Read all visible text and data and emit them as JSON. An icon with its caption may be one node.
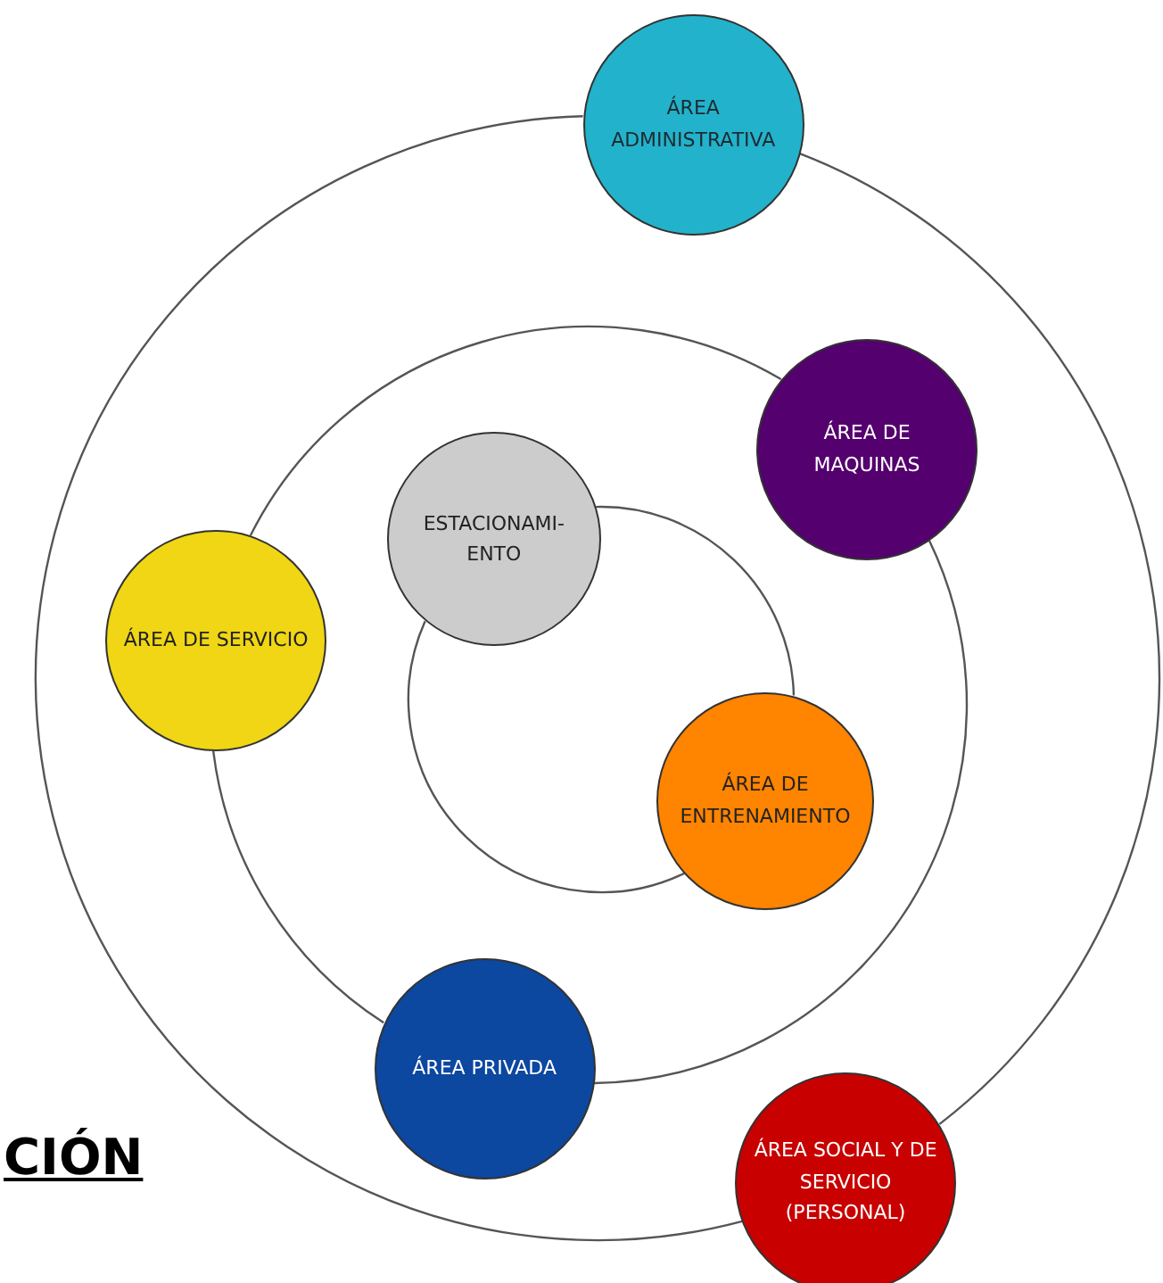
{
  "diagram": {
    "nodes": [
      {
        "text": [
          "ÁREA ADMINISTRATIVA"
        ]
      },
      {
        "text": [
          "ÁREA DE MAQUINAS"
        ]
      },
      {
        "text": [
          "ESTACIONAMI- ENTO"
        ]
      },
      {
        "text": [
          "ÁREA DE SERVICIO"
        ]
      },
      {
        "text": [
          "ÁREA DE ENTRENAMIENTO"
        ]
      },
      {
        "text": [
          "ÁREA PRIVADA"
        ]
      },
      {
        "text": [
          "ÁREA SOCIAL Y DE SERVICIO (PERSONAL)"
        ]
      }
    ],
    "edges": [
      {
        "from": 0,
        "to": 6,
        "arrow": "none"
      },
      {
        "from": 6,
        "to": 0,
        "arrow": "none"
      },
      {
        "from": 1,
        "to": 5,
        "arrow": "none"
      },
      {
        "from": 5,
        "to": 3,
        "arrow": "none"
      },
      {
        "from": 3,
        "to": 1,
        "arrow": "none"
      },
      {
        "from": 4,
        "to": 2,
        "arrow": "none"
      },
      {
        "from": 2,
        "to": 4,
        "arrow": "none"
      }
    ],
    "labels": [
      "CIÓN"
    ]
  }
}
